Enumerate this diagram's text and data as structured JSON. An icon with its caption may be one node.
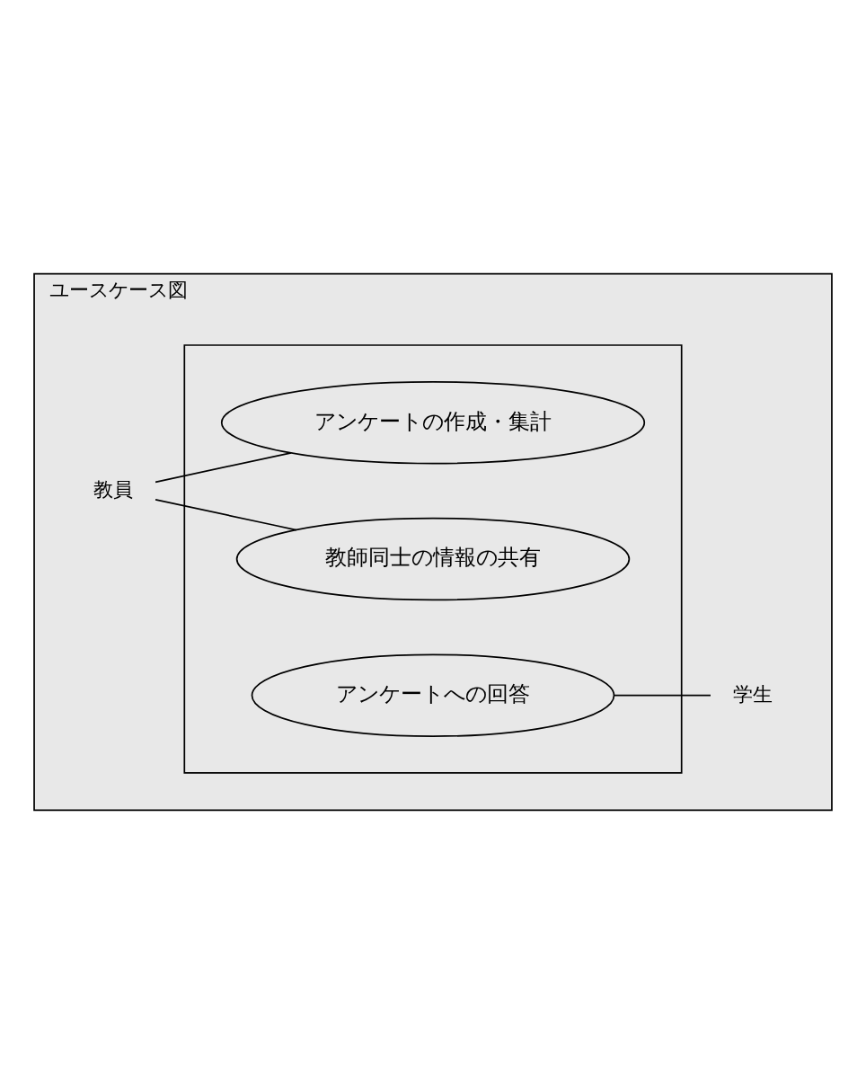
{
  "diagram": {
    "nodes": [
      {
        "text": [
          "ユースケース図"
        ]
      },
      {
        "text": [],
        "shape": "box",
        "in": 0
      },
      {
        "text": [
          "アンケートの作成・集計"
        ],
        "in": 1
      },
      {
        "text": [
          "教師同士の情報の共有"
        ],
        "in": 1
      },
      {
        "text": [
          "アンケートへの回答"
        ],
        "in": 1
      },
      {
        "text": [
          "教員"
        ],
        "in": 0
      },
      {
        "text": [
          "学生"
        ],
        "in": 0
      }
    ],
    "edges": [
      {
        "from": 5,
        "to": 2,
        "arrow": "none"
      },
      {
        "from": 5,
        "to": 3,
        "arrow": "none"
      },
      {
        "from": 4,
        "to": 6,
        "arrow": "none"
      }
    ]
  }
}
